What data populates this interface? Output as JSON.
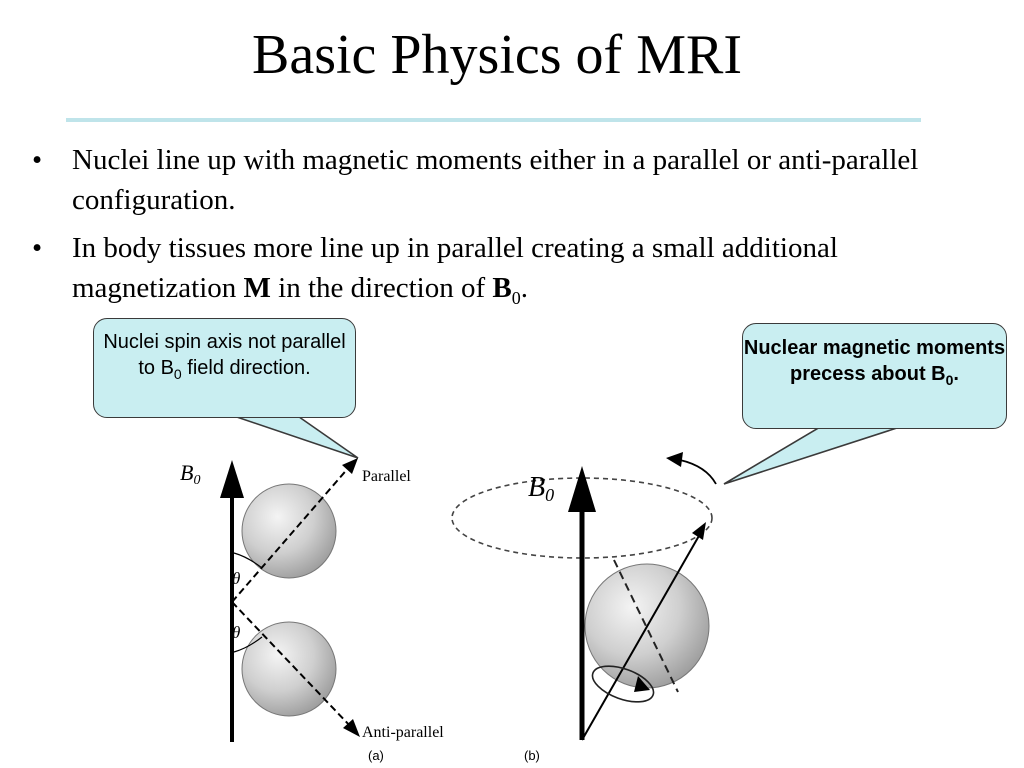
{
  "slide": {
    "title": "Basic Physics of MRI",
    "bullet_symbol": "•",
    "bullets": [
      {
        "text": "Nuclei line up with magnetic moments either in a parallel or anti-parallel configuration."
      },
      {
        "text_before_m": "In body tissues more line up in parallel creating a small additional magnetization ",
        "m_bold": "M",
        "text_middle": " in the direction of ",
        "b_bold": "B",
        "b_subscript": "0",
        "text_end": "."
      }
    ]
  },
  "callouts": {
    "left": {
      "text_before": "Nuclei spin axis not parallel to B",
      "subscript": "0",
      "text_after": " field direction."
    },
    "right": {
      "text_before": "Nuclear magnetic moments precess about B",
      "subscript": "0",
      "text_after": "."
    }
  },
  "figure": {
    "panel_a": {
      "field_symbol": "B",
      "field_subscript": "0",
      "parallel_label": "Parallel",
      "anti_parallel_label": "Anti-parallel",
      "angle_symbol": "θ",
      "caption": "(a)"
    },
    "panel_b": {
      "field_symbol": "B",
      "field_subscript": "0",
      "caption": "(b)"
    }
  },
  "colors": {
    "callout_fill": "#c9eef1",
    "title_rule": "#bfe4ea",
    "text": "#000000"
  }
}
